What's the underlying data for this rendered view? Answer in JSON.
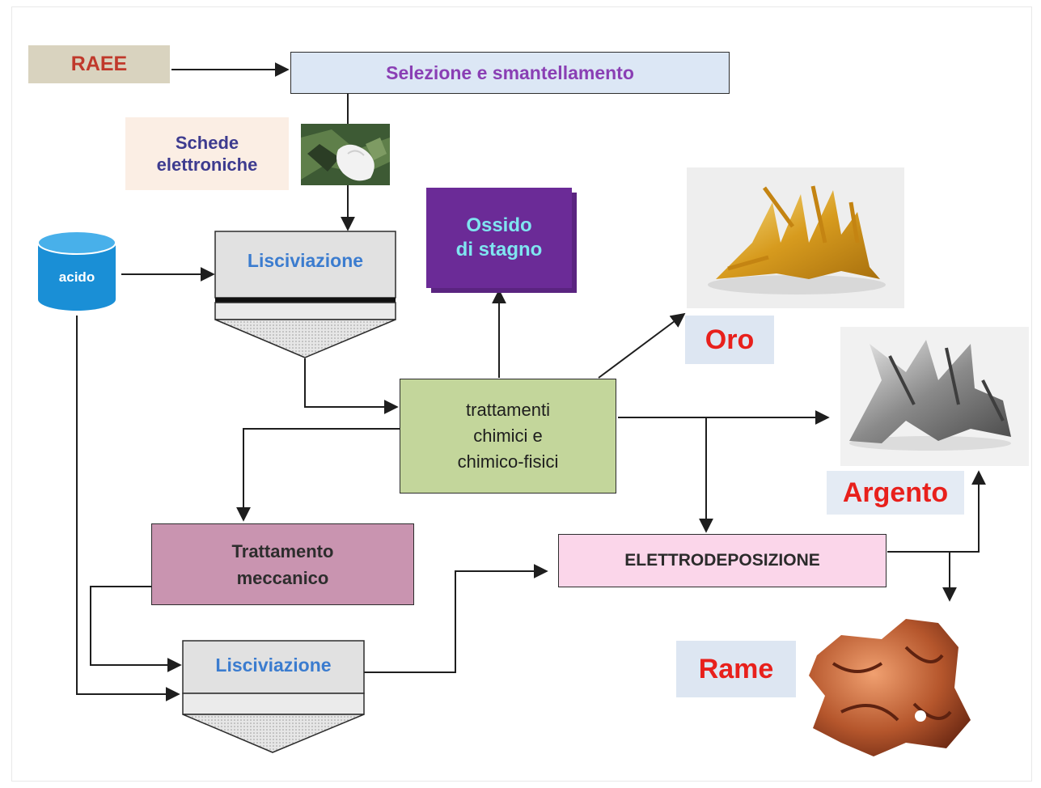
{
  "nodes": {
    "raee": "RAEE",
    "selezione": "Selezione e smantellamento",
    "schede_line1": "Schede",
    "schede_line2": "elettroniche",
    "acido": "acido",
    "lisciviazione_top": "Lisciviazione",
    "ossido_line1": "Ossido",
    "ossido_line2": "di stagno",
    "trattamenti_line1": "trattamenti",
    "trattamenti_line2": "chimici e",
    "trattamenti_line3": "chimico-fisici",
    "meccanico_line1": "Trattamento",
    "meccanico_line2": "meccanico",
    "lisciviazione_bottom": "Lisciviazione",
    "elettrodeposizione": "ELETTRODEPOSIZIONE",
    "oro": "Oro",
    "argento": "Argento",
    "rame": "Rame"
  },
  "colors": {
    "raee_bg": "#d9d3bf",
    "selezione_bg": "#dce7f5",
    "ossido_bg": "#6b2b97",
    "trattamenti_bg": "#c3d69b",
    "meccanico_bg": "#c994b0",
    "elettro_bg": "#fbd6ea",
    "acido_fill": "#1a8fd6",
    "metal_label": "#e8201c"
  },
  "icons": {
    "schede_photo": "circuit-board-photo-icon",
    "oro_photo": "gold-crystal-photo-icon",
    "argento_photo": "silver-crystal-photo-icon",
    "rame_photo": "copper-nugget-photo-icon",
    "acido_tank": "cylinder-tank-icon"
  }
}
